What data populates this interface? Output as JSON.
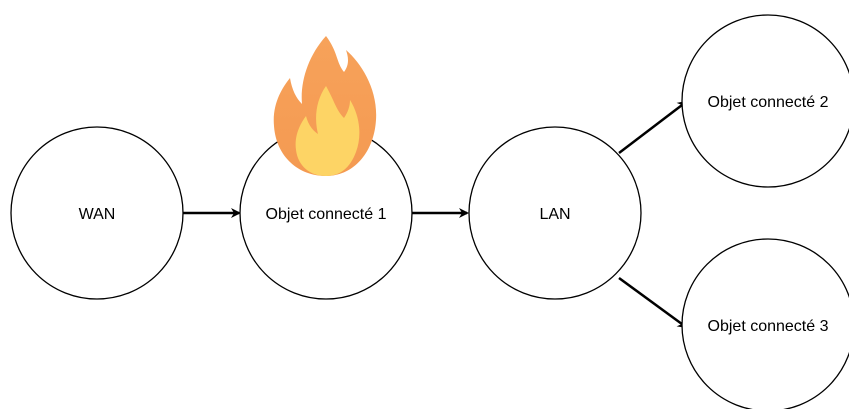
{
  "diagram": {
    "nodes": {
      "wan": {
        "label": "WAN"
      },
      "objet1": {
        "label": "Objet connecté 1"
      },
      "lan": {
        "label": "LAN"
      },
      "objet2": {
        "label": "Objet connecté 2"
      },
      "objet3": {
        "label": "Objet connecté 3"
      }
    },
    "edges": [
      {
        "from": "WAN",
        "to": "Objet connecté 1"
      },
      {
        "from": "Objet connecté 1",
        "to": "LAN"
      },
      {
        "from": "LAN",
        "to": "Objet connecté 2"
      },
      {
        "from": "LAN",
        "to": "Objet connecté 3"
      }
    ],
    "icons": {
      "compromised_marker": "fire-icon"
    }
  }
}
